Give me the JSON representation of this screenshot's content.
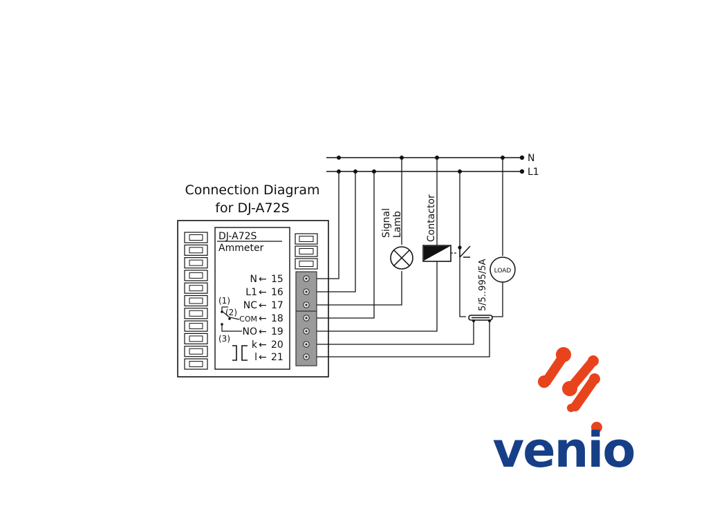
{
  "diagram": {
    "title_line1": "Connection Diagram",
    "title_line2": "for DJ-A72S",
    "device_model": "DJ-A72S",
    "device_type": "Ammeter",
    "bus_labels": {
      "neutral": "N",
      "line": "L1"
    },
    "terminals": [
      {
        "label": "N",
        "number": "15"
      },
      {
        "label": "L1",
        "number": "16"
      },
      {
        "label": "NC",
        "number": "17"
      },
      {
        "label": "COM",
        "number": "18"
      },
      {
        "label": "NO",
        "number": "19"
      },
      {
        "label": "k",
        "number": "20"
      },
      {
        "label": "l",
        "number": "21"
      }
    ],
    "relay_markers": [
      "(1)",
      "(2)",
      "(3)"
    ],
    "signal_lamp_label": [
      "Signal",
      "Lamb"
    ],
    "contactor_label": "Contactor",
    "ct_label": "5/5..995/5A",
    "load_label": "LOAD",
    "arrow": "←",
    "colors": {
      "line": "#111111",
      "terminal_block": "#9a9a9a",
      "logo_orange": "#e8431c",
      "logo_blue": "#173f87"
    }
  },
  "logo": {
    "text": "venio"
  }
}
